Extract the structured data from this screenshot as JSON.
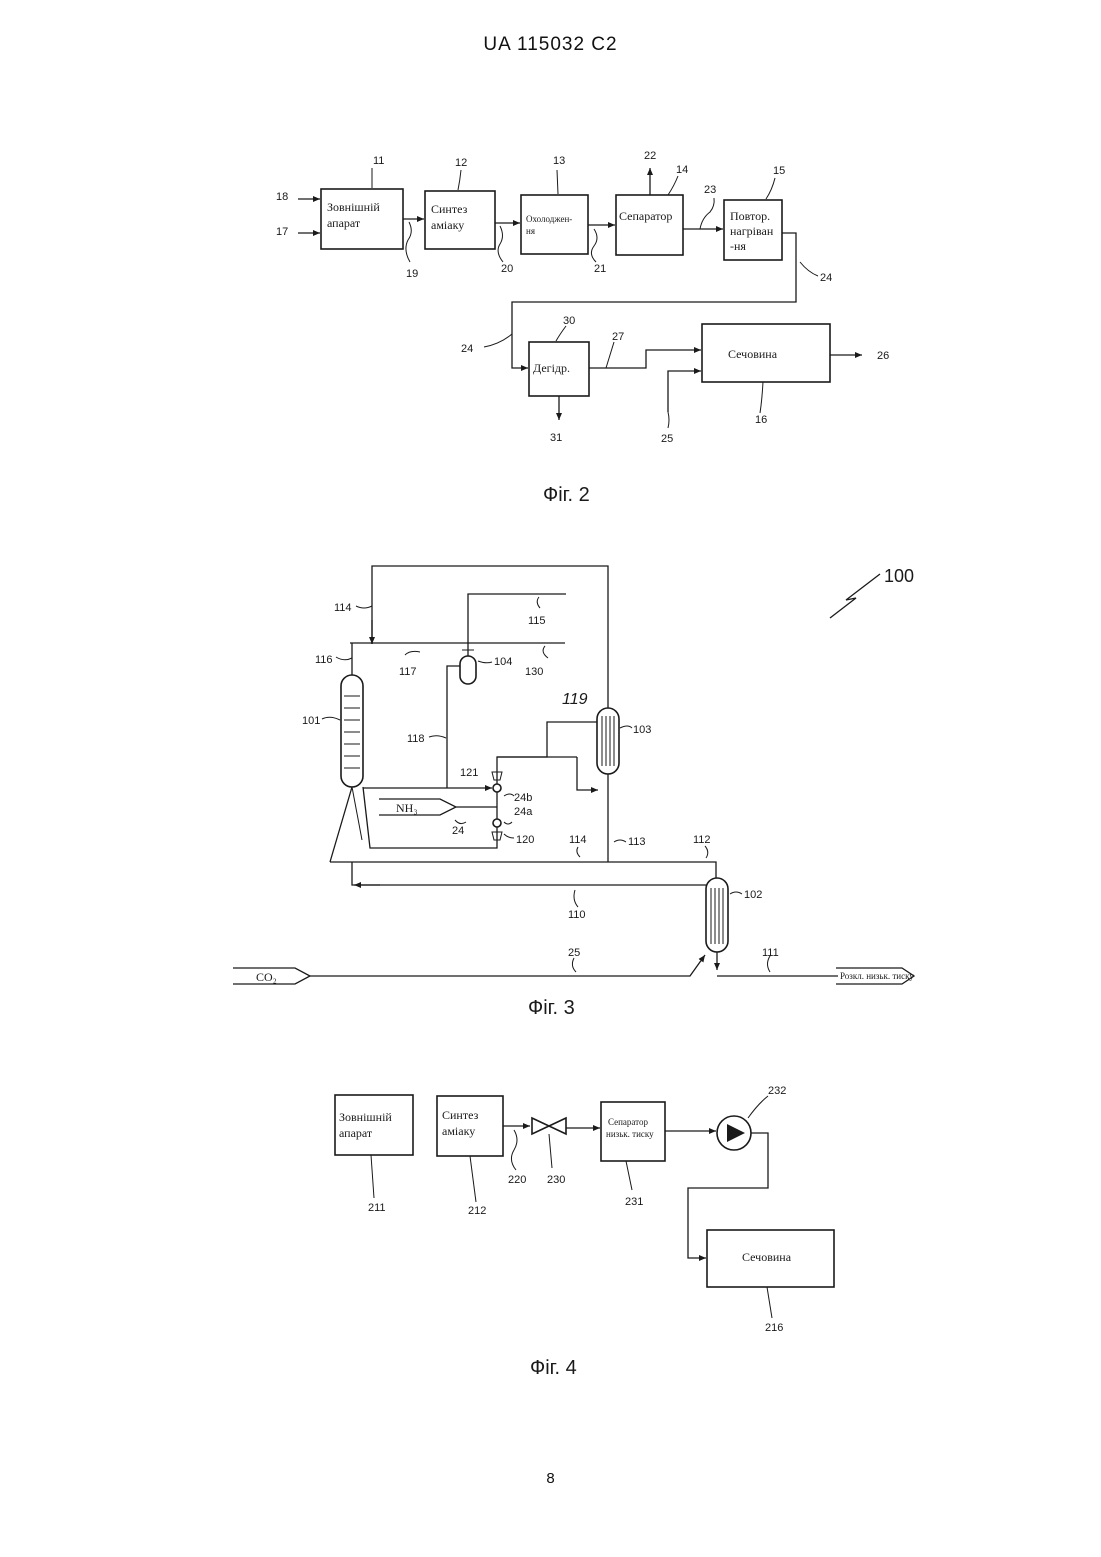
{
  "header": {
    "patent": "UA  115032  C2"
  },
  "page_number": "8",
  "fig2": {
    "caption": "Фіг. 2",
    "boxes": {
      "external": [
        "Зовнішній",
        "апарат"
      ],
      "ammonia": [
        "Синтез",
        "аміаку"
      ],
      "cooling": [
        "Охолоджен-",
        "ня"
      ],
      "separator": [
        "Сепаратор"
      ],
      "reheat": [
        "Повтор.",
        "нагріван",
        "-ня"
      ],
      "dehydr": [
        "Дегідр."
      ],
      "urea": [
        "Сечовина"
      ]
    },
    "labels": {
      "n11": "11",
      "n12": "12",
      "n13": "13",
      "n14": "14",
      "n15": "15",
      "n16": "16",
      "n17": "17",
      "n18": "18",
      "n19": "19",
      "n20": "20",
      "n21": "21",
      "n22": "22",
      "n23": "23",
      "n24a": "24",
      "n24b": "24",
      "n25": "25",
      "n26": "26",
      "n27": "27",
      "n30": "30",
      "n31": "31"
    }
  },
  "fig3": {
    "caption": "Фіг. 3",
    "ref": "100",
    "nh3": "NH₃",
    "co2": "CO₂",
    "outlet": "Розкл. низьк. тиску",
    "labels": {
      "n101": "101",
      "n102": "102",
      "n103": "103",
      "n104": "104",
      "n110": "110",
      "n111": "111",
      "n112": "112",
      "n113": "113",
      "n114a": "114",
      "n114b": "114",
      "n115": "115",
      "n116": "116",
      "n117": "117",
      "n118": "118",
      "n119": "119",
      "n120": "120",
      "n121": "121",
      "n130": "130",
      "n24": "24",
      "n24a": "24a",
      "n24b": "24b",
      "n25": "25"
    }
  },
  "fig4": {
    "caption": "Фіг. 4",
    "boxes": {
      "external": [
        "Зовнішній",
        "апарат"
      ],
      "ammonia": [
        "Синтез",
        "аміаку"
      ],
      "separator": [
        "Сепаратор",
        "низьк. тиску"
      ],
      "urea": [
        "Сечовина"
      ]
    },
    "labels": {
      "n211": "211",
      "n212": "212",
      "n216": "216",
      "n220": "220",
      "n230": "230",
      "n231": "231",
      "n232": "232"
    }
  }
}
